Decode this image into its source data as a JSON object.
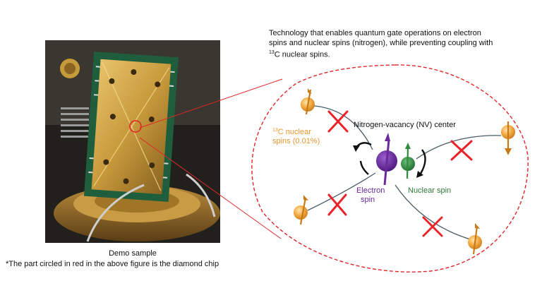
{
  "description": {
    "line1": "Technology that enables quantum gate operations on electron",
    "line2": "spins and nuclear spins (nitrogen), while preventing coupling with",
    "line3_super": "13",
    "line3_rest": "C nuclear spins."
  },
  "photo_caption": {
    "title": "Demo sample",
    "note": "*The part circled in red in the above figure is the diamond chip"
  },
  "diagram": {
    "nv_center_label": "Nitrogen-vacancy (NV) center",
    "c13_super": "13",
    "c13_line1": "C nuclear",
    "c13_line2": "spins (0.01%)",
    "electron_line1": "Electron",
    "electron_line2": "spin",
    "nuclear_spin_label": "Nuclear spin"
  },
  "colors": {
    "dashed_outline": "#e0262a",
    "cross": "#e8232a",
    "c13_spin": "#f2a43c",
    "electron_spin": "#6a2a9a",
    "nuclear_spin": "#2f8a3e",
    "c13_text": "#e8942c",
    "electron_text": "#6a2a9a",
    "nuclear_text": "#2f7a3a"
  },
  "icons": [
    "c13-spin-icon",
    "electron-spin-icon",
    "nuclear-spin-icon",
    "cross-icon",
    "rotation-arrow-icon"
  ]
}
